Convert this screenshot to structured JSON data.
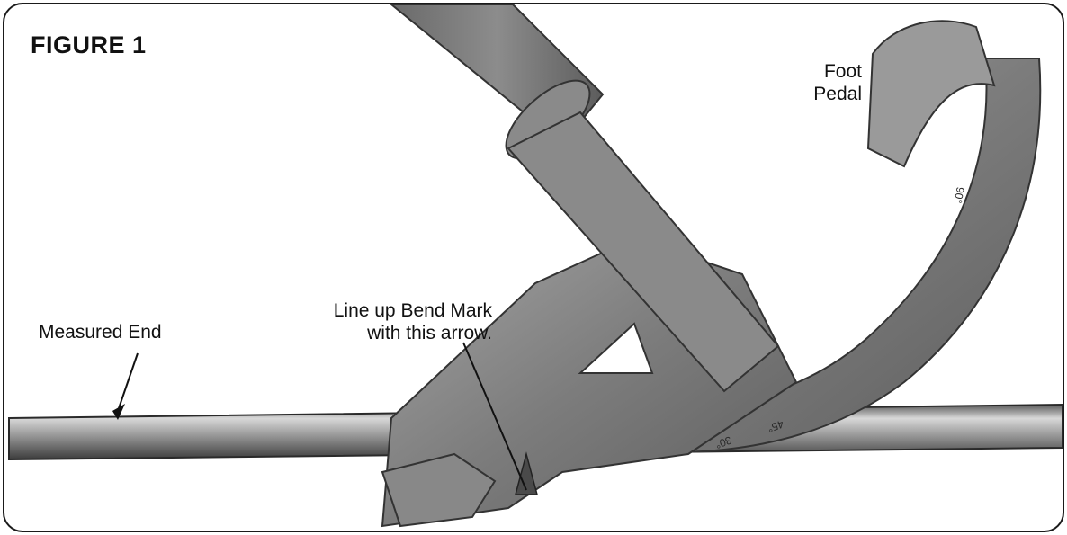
{
  "figure": {
    "title": "FIGURE 1"
  },
  "labels": {
    "measured_end": "Measured End",
    "bend_mark_line1": "Line up Bend Mark",
    "bend_mark_line2": "with this arrow.",
    "foot_pedal_line1": "Foot",
    "foot_pedal_line2": "Pedal"
  },
  "degree_marks": {
    "mark_90": "90°",
    "mark_45": "45°",
    "mark_30": "30°"
  },
  "colors": {
    "frame": "#1a1a1a",
    "handle": "#7d7d7d",
    "casting": "#8e8e8e",
    "tube": "#a9a9a9"
  }
}
